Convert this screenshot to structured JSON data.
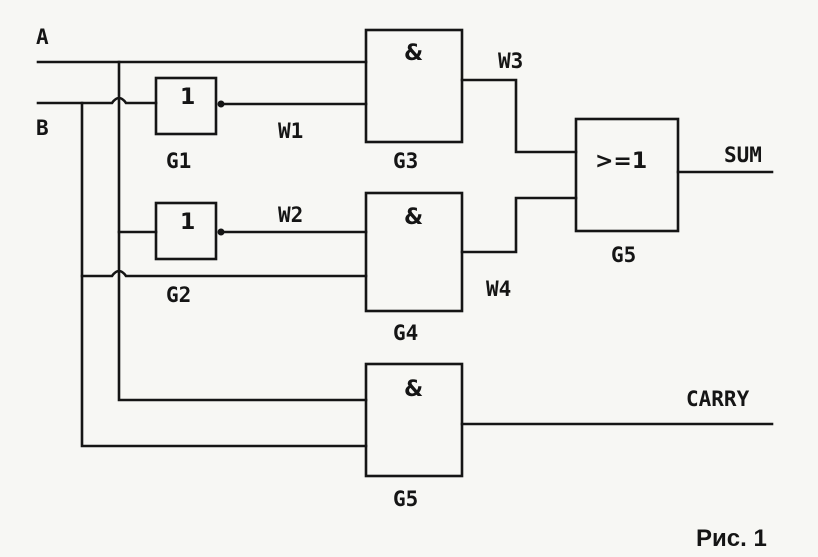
{
  "inputs": {
    "a": "A",
    "b": "B"
  },
  "outputs": {
    "sum": "SUM",
    "carry": "CARRY"
  },
  "gates": {
    "g1": {
      "symbol": "1",
      "name": "G1"
    },
    "g2": {
      "symbol": "1",
      "name": "G2"
    },
    "g3": {
      "symbol": "&",
      "name": "G3"
    },
    "g4": {
      "symbol": "&",
      "name": "G4"
    },
    "g5_or": {
      "symbol": ">=1",
      "name": "G5"
    },
    "g5_and": {
      "symbol": "&",
      "name": "G5"
    }
  },
  "wires": {
    "w1": "W1",
    "w2": "W2",
    "w3": "W3",
    "w4": "W4"
  },
  "caption": "Рис. 1"
}
